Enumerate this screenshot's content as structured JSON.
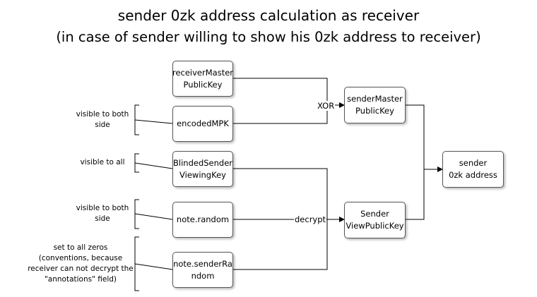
{
  "title": {
    "line1": "sender 0zk address calculation as receiver",
    "line2": "(in case of sender willing to show his 0zk address to receiver)"
  },
  "boxes": {
    "receiver_mpk": "receiverMaster\nPublicKey",
    "encoded_mpk": "encodedMPK",
    "blinded_svk": "BlindedSender\nViewingKey",
    "note_random": "note.random",
    "note_sender_random": "note.senderRa\nndom",
    "sender_mpk": "senderMaster\nPublicKey",
    "sender_vpk": "Sender\nViewPublicKey",
    "sender_0zk": "sender\n0zk address"
  },
  "edge_labels": {
    "xor": "XOR",
    "decrypt": "decrypt"
  },
  "notes": {
    "encoded_mpk": "visible to both\nside",
    "blinded_svk": "visible to all",
    "note_random": "visible to both\nside",
    "note_sender_random": "set to all zeros\n(conventions, because\nreceiver can not decrypt the\n\"annotations\" field)"
  }
}
